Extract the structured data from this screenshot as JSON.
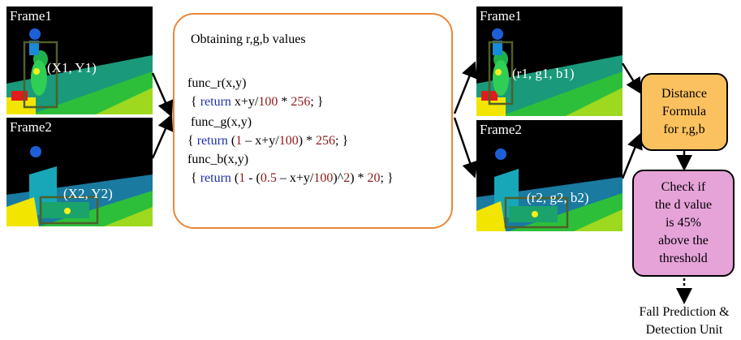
{
  "input_frames": {
    "frame1": {
      "label": "Frame1",
      "coord": "(X1, Y1)"
    },
    "frame2": {
      "label": "Frame2",
      "coord": "(X2, Y2)"
    }
  },
  "output_frames": {
    "frame1": {
      "label": "Frame1",
      "coord": "(r1, g1, b1)"
    },
    "frame2": {
      "label": "Frame2",
      "coord": "(r2, g2, b2)"
    }
  },
  "code_box": {
    "title": "Obtaining r,g,b values",
    "func_r_sig": "func_r(x,y)",
    "func_g_sig": "func_g(x,y)",
    "func_b_sig": "func_b(x,y)",
    "kw_return": "return"
  },
  "distance_box": {
    "lines": [
      "Distance",
      "Formula",
      "for r,g,b"
    ]
  },
  "check_box": {
    "lines": [
      "Check if",
      "the d value",
      "is 45%",
      "above the",
      "threshold"
    ]
  },
  "footer": {
    "lines": [
      "Fall Prediction &",
      "Detection Unit"
    ]
  },
  "colors": {
    "code_border": "#e8873a",
    "distance_fill": "#fbc15e",
    "check_fill": "#e6a3d8",
    "keyword": "#1f2fa8",
    "number": "#8b1a1a"
  }
}
